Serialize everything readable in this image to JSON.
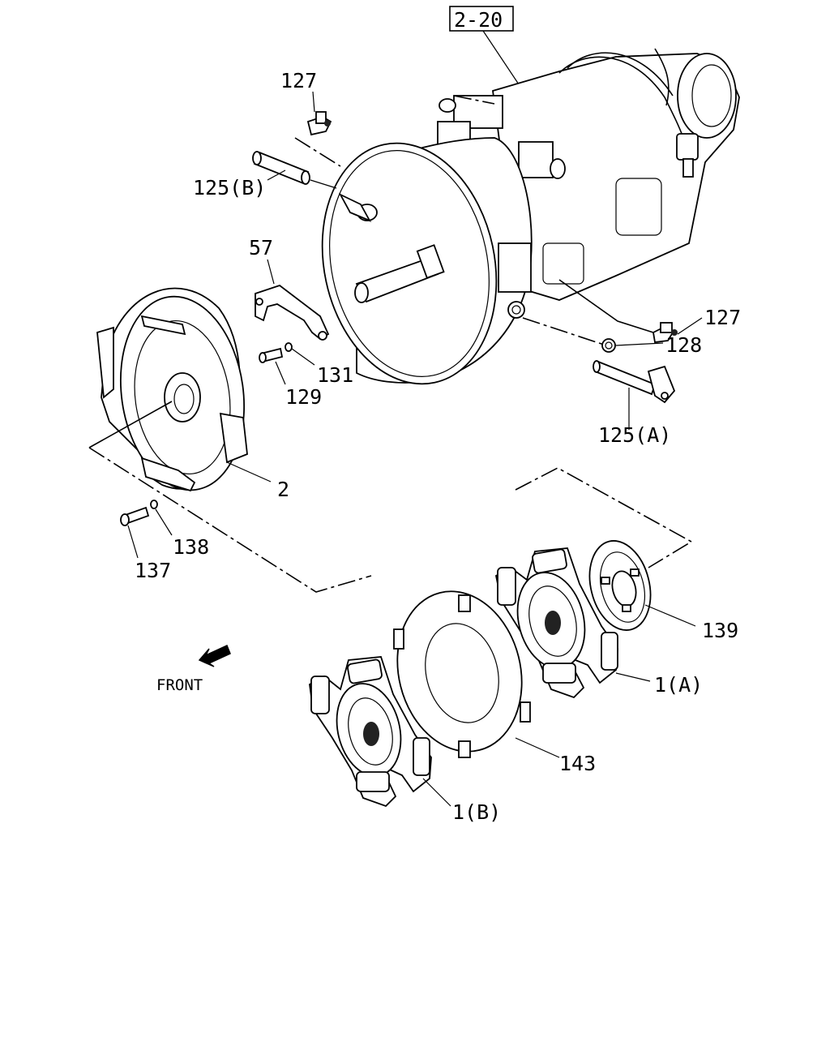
{
  "ref_box": "2-20",
  "labels": {
    "p127_top": "127",
    "p125b": "125(B)",
    "p57": "57",
    "p131": "131",
    "p129": "129",
    "p2": "2",
    "p138": "138",
    "p137": "137",
    "p127_right": "127",
    "p128": "128",
    "p125a": "125(A)",
    "p139": "139",
    "p1a": "1(A)",
    "p143": "143",
    "p1b": "1(B)"
  },
  "front_label": "FRONT"
}
